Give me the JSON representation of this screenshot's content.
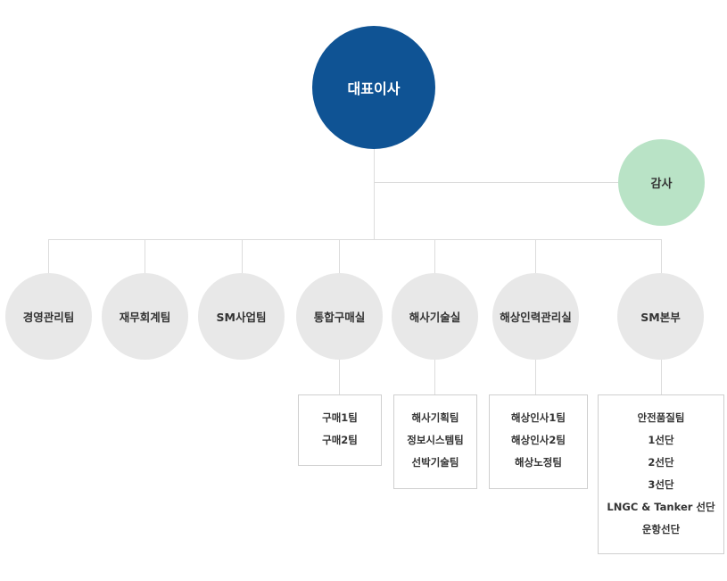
{
  "ceo": "대표이사",
  "audit": "감사",
  "departments": [
    {
      "label": "경영관리팀",
      "teams": []
    },
    {
      "label": "재무회계팀",
      "teams": []
    },
    {
      "label": "SM사업팀",
      "teams": []
    },
    {
      "label": "통합구매실",
      "teams": [
        "구매1팀",
        "구매2팀"
      ]
    },
    {
      "label": "해사기술실",
      "teams": [
        "해사기획팀",
        "정보시스템팀",
        "선박기술팀"
      ]
    },
    {
      "label": "해상인력관리실",
      "teams": [
        "해상인사1팀",
        "해상인사2팀",
        "해상노정팀"
      ]
    },
    {
      "label": "SM본부",
      "teams": [
        "안전품질팀",
        "1선단",
        "2선단",
        "3선단",
        "LNGC & Tanker 선단",
        "운항선단"
      ]
    }
  ],
  "colors": {
    "ceo": "#0f5394",
    "audit": "#b9e3c6",
    "department": "#e8e8e8",
    "connector": "#dcdcdc"
  }
}
